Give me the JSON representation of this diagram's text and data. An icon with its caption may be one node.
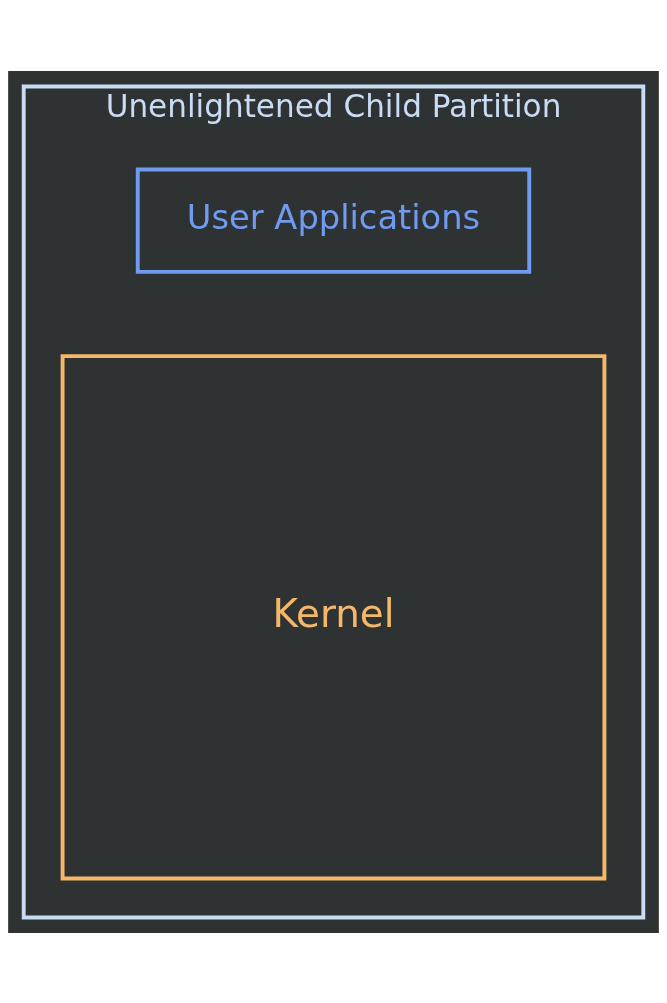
{
  "diagram": {
    "nodes": [
      {
        "text": [
          "Unenlightened Child Partition"
        ]
      },
      {
        "text": [
          "User Applications"
        ],
        "in": 0
      },
      {
        "text": [
          "Kernel"
        ],
        "in": 0
      }
    ]
  }
}
